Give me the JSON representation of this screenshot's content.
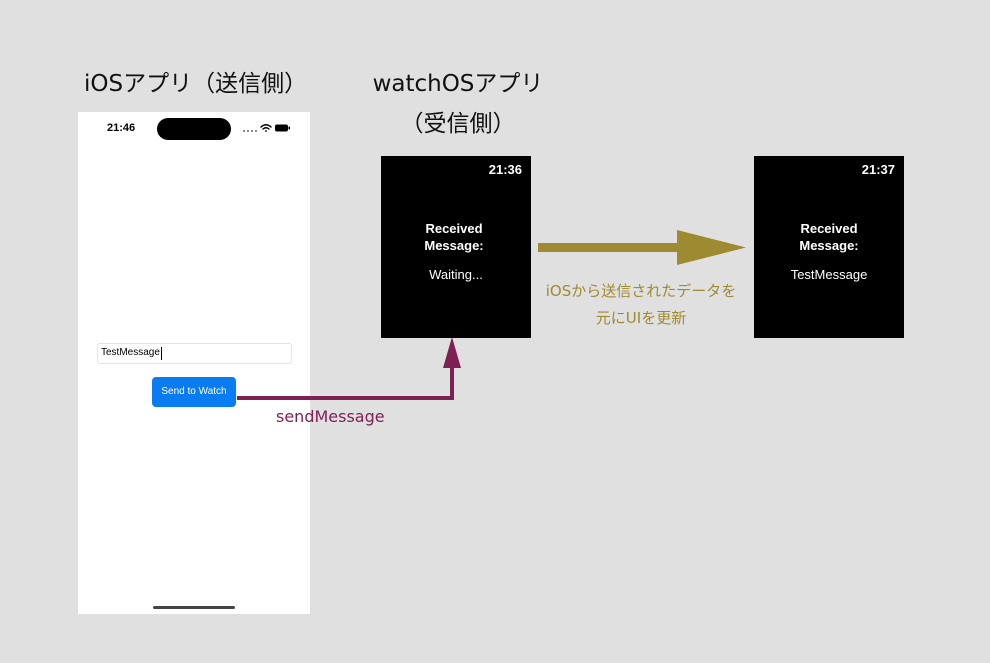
{
  "titles": {
    "ios": "iOSアプリ（送信側）",
    "watch_line1": "watchOSアプリ",
    "watch_line2": "（受信側）"
  },
  "phone": {
    "time": "21:46",
    "text_field_value": "TestMessage",
    "send_button_label": "Send to Watch"
  },
  "watch_before": {
    "time": "21:36",
    "heading_line1": "Received",
    "heading_line2": "Message:",
    "body": "Waiting..."
  },
  "watch_after": {
    "time": "21:37",
    "heading_line1": "Received",
    "heading_line2": "Message:",
    "body": "TestMessage"
  },
  "connectors": {
    "send_label": "sendMessage",
    "update_label_line1": "iOSから送信されたデータを",
    "update_label_line2": "元にUIを更新"
  },
  "colors": {
    "background": "#e0e0e0",
    "send_arrow": "#7d2152",
    "update_arrow": "#9e8a30",
    "button": "#0a7cf2"
  }
}
